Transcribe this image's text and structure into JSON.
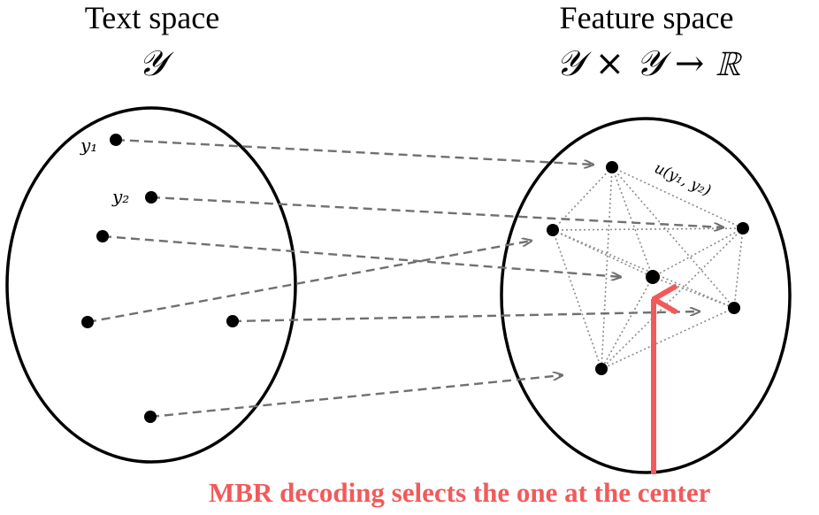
{
  "left_space": {
    "title": "Text space",
    "symbol": "𝒴",
    "labels": {
      "y1": "y₁",
      "y2": "y₂"
    }
  },
  "right_space": {
    "title": "Feature space",
    "symbol": "𝒴 × 𝒴 → ℝ",
    "edge_label": "u(y₁, y₂)"
  },
  "caption": "MBR decoding selects the one at the center",
  "colors": {
    "outline": "#000000",
    "point": "#000000",
    "mapping_arrow": "#707070",
    "similarity_edge": "#8a8a8a",
    "highlight": "#f25a5a"
  }
}
